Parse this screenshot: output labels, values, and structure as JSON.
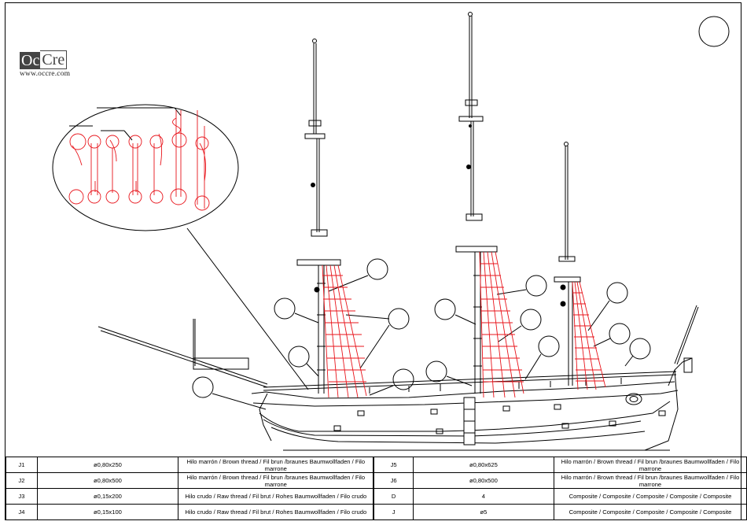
{
  "logo": {
    "brand_part1": "Oc",
    "brand_part2": "Cre",
    "url": "www.occre.com"
  },
  "parts_table": {
    "left": [
      {
        "ref": "J1",
        "size": "ø0,80x250",
        "description": "Hilo marrón / Brown thread / Fil  brun /braunes Baumwollfaden / Filo marrone"
      },
      {
        "ref": "J2",
        "size": "ø0,80x500",
        "description": "Hilo marrón / Brown thread / Fil  brun /braunes Baumwollfaden / Filo marrone"
      },
      {
        "ref": "J3",
        "size": "ø0,15x200",
        "description": "Hilo crudo / Raw thread / Fil brut / Rohes Baumwollfaden / Filo crudo"
      },
      {
        "ref": "J4",
        "size": "ø0,15x100",
        "description": "Hilo crudo / Raw thread / Fil brut / Rohes Baumwollfaden / Filo crudo"
      }
    ],
    "right": [
      {
        "ref": "J5",
        "size": "ø0,80x625",
        "description": "Hilo marrón / Brown thread / Fil  brun /braunes Baumwollfaden / Filo marrone"
      },
      {
        "ref": "J6",
        "size": "ø0,80x500",
        "description": "Hilo marrón / Brown thread / Fil  brun /braunes Baumwollfaden / Filo marrone"
      },
      {
        "ref": "D",
        "size": "4",
        "description": "Composite / Composite / Composite / Composite / Composite"
      },
      {
        "ref": "J",
        "size": "ø5",
        "description": "Composite / Composite / Composite / Composite / Composite"
      }
    ]
  },
  "colors": {
    "rigging": "#e8141b",
    "line": "#000000"
  }
}
